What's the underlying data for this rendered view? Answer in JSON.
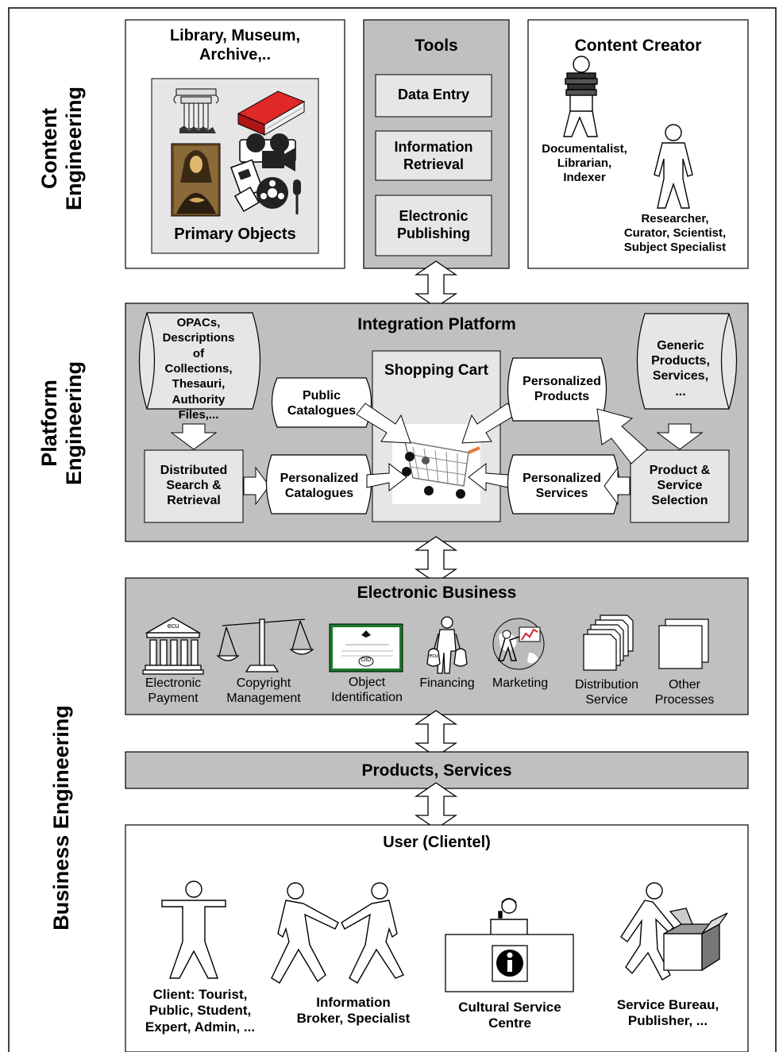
{
  "sides": {
    "content": "Content\nEngineering",
    "platform": "Platform\nEngineering",
    "business": "Business Engineering"
  },
  "content": {
    "library_title": "Library, Museum,\nArchive,..",
    "primary_objects": "Primary Objects",
    "tools_title": "Tools",
    "tools": [
      "Data Entry",
      "Information\nRetrieval",
      "Electronic\nPublishing"
    ],
    "creator_title": "Content Creator",
    "creator_a": "Documentalist,\nLibrarian,\nIndexer",
    "creator_b": "Researcher,\nCurator, Scientist,\nSubject Specialist"
  },
  "platform": {
    "title": "Integration Platform",
    "opacs": "OPACs,\nDescriptions\nof\nCollections,\nThesauri,\nAuthority\nFiles,...",
    "distributed": "Distributed\nSearch &\nRetrieval",
    "public_catalogues": "Public\nCatalogues",
    "personalized_catalogues": "Personalized\nCatalogues",
    "shopping_cart": "Shopping Cart",
    "personalized_products": "Personalized\nProducts",
    "personalized_services": "Personalized\nServices",
    "generic": "Generic\nProducts,\nServices,\n...",
    "selection": "Product &\nService\nSelection"
  },
  "ebusiness": {
    "title": "Electronic Business",
    "items": [
      "Electronic\nPayment",
      "Copyright\nManagement",
      "Object\nIdentification",
      "Financing",
      "Marketing",
      "Distribution\nService",
      "Other\nProcesses"
    ],
    "bank_text": "ecu",
    "oid_text": "OID",
    "money_text": "ecu"
  },
  "products_services": "Products, Services",
  "users": {
    "title": "User (Clientel)",
    "client": "Client: Tourist,\nPublic, Student,\nExpert, Admin, ...",
    "broker": "Information\nBroker, Specialist",
    "centre": "Cultural Service\nCentre",
    "bureau": "Service Bureau,\nPublisher, ..."
  },
  "colors": {
    "panel_gray": "#c0c0c0",
    "box_light": "#e6e6e6",
    "cart_orange": "#e87a3a",
    "cert_green": "#1a7a2a",
    "book_red": "#d42020"
  }
}
